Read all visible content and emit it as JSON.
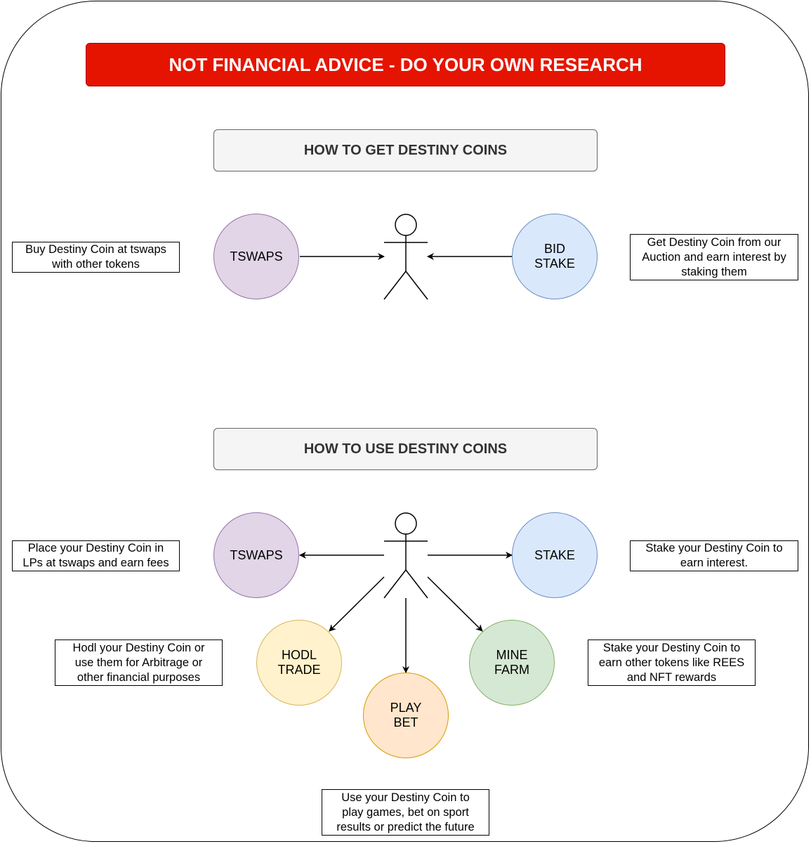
{
  "banner": "NOT FINANCIAL ADVICE - DO YOUR OWN RESEARCH",
  "get_section": {
    "title": "HOW TO GET DESTINY COINS",
    "tswaps": "TSWAPS",
    "bid_stake": [
      "BID",
      "STAKE"
    ],
    "note_left": [
      "Buy Destiny Coin at tswaps",
      "with other tokens"
    ],
    "note_right": [
      "Get Destiny Coin from our",
      "Auction and earn interest by",
      "staking them"
    ]
  },
  "use_section": {
    "title": "HOW TO USE DESTINY COINS",
    "tswaps": "TSWAPS",
    "stake": "STAKE",
    "hodl_trade": [
      "HODL",
      "TRADE"
    ],
    "play_bet": [
      "PLAY",
      "BET"
    ],
    "mine_farm": [
      "MINE",
      "FARM"
    ],
    "note_tswaps": [
      "Place your Destiny Coin in",
      "LPs at tswaps and earn fees"
    ],
    "note_stake": [
      "Stake your Destiny Coin to",
      "earn interest."
    ],
    "note_hodl": [
      "Hodl your Destiny Coin or",
      "use them for Arbitrage or",
      "other financial purposes"
    ],
    "note_mine": [
      "Stake your Destiny Coin to",
      "earn other tokens like REES",
      "and NFT rewards"
    ],
    "note_play": [
      "Use your Destiny Coin to",
      "play games, bet on sport",
      "results or predict the future"
    ]
  },
  "colors": {
    "banner": "#e51400",
    "purple": "#e1d5e7",
    "blue": "#dae8fc",
    "yellow": "#fff2cc",
    "orange": "#ffe6cc",
    "green": "#d5e8d4"
  }
}
